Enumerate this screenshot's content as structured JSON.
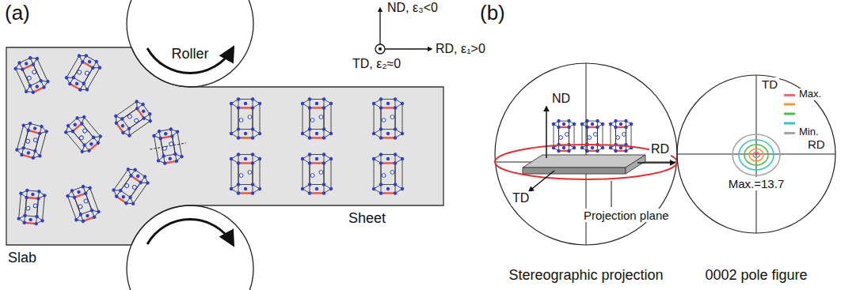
{
  "diagram": {
    "labels": [
      "(a)",
      "Roller",
      "ND, ε₃<0",
      "RD, ε₁>0",
      "TD, ε₂≈0",
      "Slab",
      "Sheet",
      "(b)",
      "ND",
      "RD",
      "TD",
      "Projection plane",
      "Stereographic projection",
      "TD",
      "RD",
      "Max.=13.7",
      "0002 pole figure"
    ],
    "legend": [
      {
        "text": "Max.",
        "color": "#f26d6d"
      },
      {
        "text": "Min.",
        "color": "#a6a6a6"
      }
    ]
  }
}
